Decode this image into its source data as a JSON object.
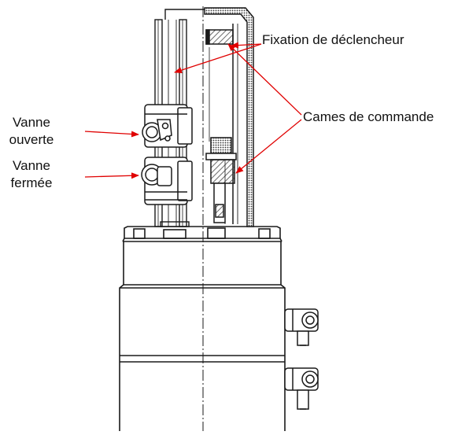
{
  "labels": {
    "fixation": "Fixation de déclencheur",
    "cames": "Cames de commande",
    "vanne_ouverte_line1": "Vanne",
    "vanne_ouverte_line2": "ouverte",
    "vanne_fermee_line1": "Vanne",
    "vanne_fermee_line2": "fermée"
  },
  "colors": {
    "line": "#1a1a1a",
    "arrow": "#e00000",
    "hatch": "#555555",
    "background": "#ffffff"
  }
}
